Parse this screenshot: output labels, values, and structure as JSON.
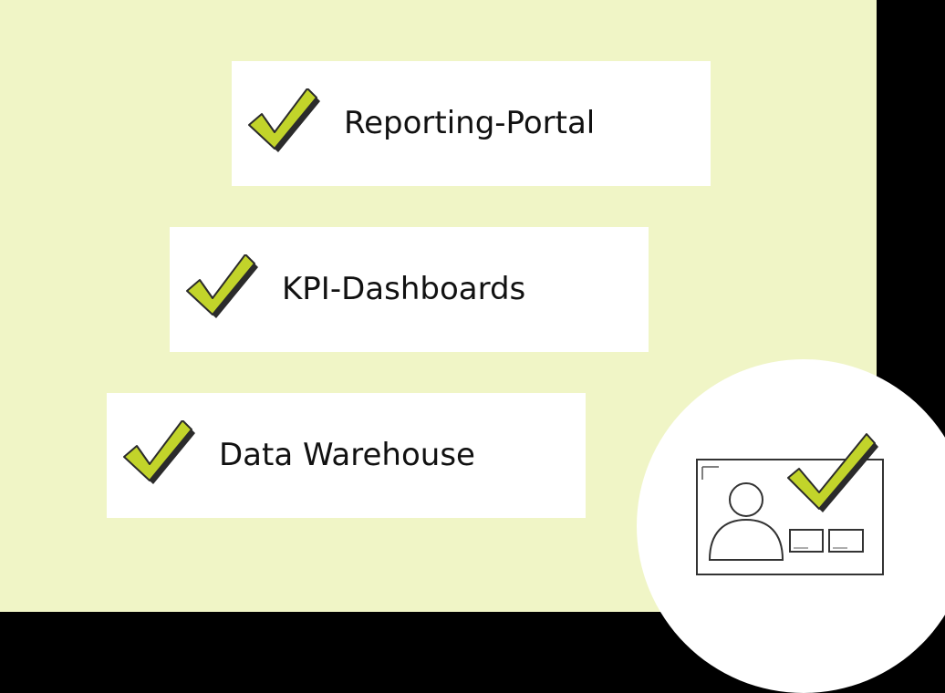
{
  "items": [
    {
      "label": "Reporting-Portal",
      "icon": "checkmark-icon"
    },
    {
      "label": "KPI-Dashboards",
      "icon": "checkmark-icon"
    },
    {
      "label": "Data Warehouse",
      "icon": "checkmark-icon"
    }
  ],
  "colors": {
    "panel_background": "#f0f5c6",
    "page_background": "#000000",
    "card_background": "#ffffff",
    "check_fill": "#c2d42a",
    "check_outline": "#2b2b2b",
    "text": "#111111"
  },
  "illustration": {
    "icon": "profile-card-verified-icon"
  }
}
